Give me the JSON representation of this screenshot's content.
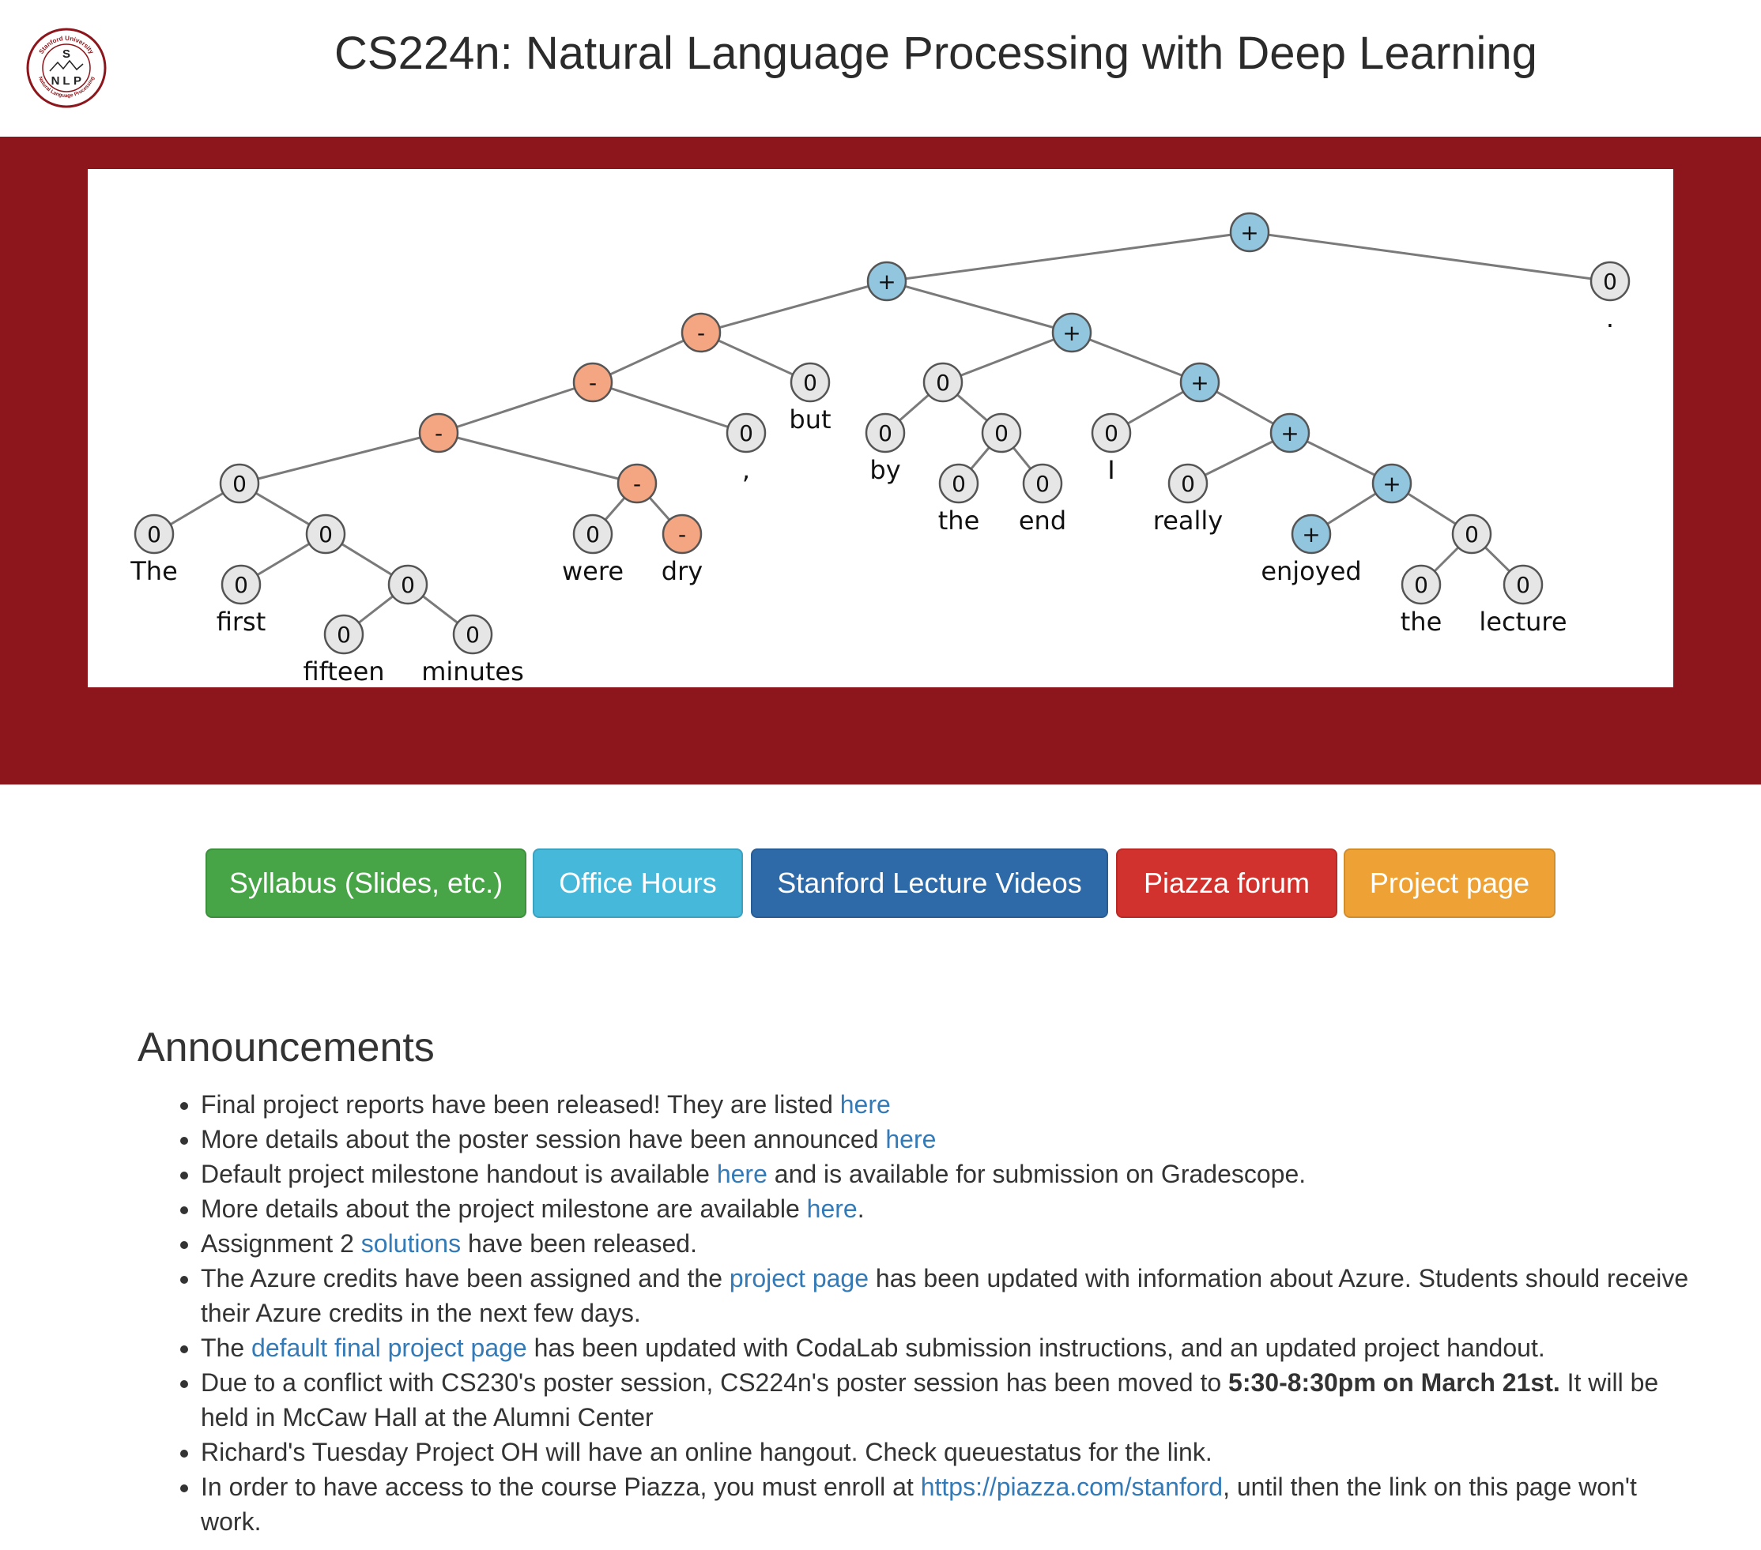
{
  "header": {
    "title": "CS224n: Natural Language Processing with Deep Learning",
    "logo": {
      "top_arc": "Stanford University",
      "letters": [
        "S",
        "N",
        "L",
        "P"
      ],
      "bottom_arc": "Natural Language Processing"
    }
  },
  "colors": {
    "banner": "#8c161b",
    "neutral": "#e6e6e6",
    "negative": "#f4a582",
    "positive": "#92c5de",
    "link": "#337ab7"
  },
  "tree": {
    "neutral_label": "0",
    "positive_label": "+",
    "negative_label": "-",
    "words": {
      "the1": "The",
      "first": "first",
      "fifteen": "fifteen",
      "minutes": "minutes",
      "were": "were",
      "dry": "dry",
      "comma": ",",
      "but": "but",
      "by": "by",
      "the2": "the",
      "end": "end",
      "i": "I",
      "really": "really",
      "enjoyed": "enjoyed",
      "the3": "the",
      "lecture": "lecture",
      "period": "."
    }
  },
  "buttons": [
    {
      "label": "Syllabus (Slides, etc.)",
      "color": "#47a447"
    },
    {
      "label": "Office Hours",
      "color": "#46b8da"
    },
    {
      "label": "Stanford Lecture Videos",
      "color": "#2f6aa8"
    },
    {
      "label": "Piazza forum",
      "color": "#d2322d"
    },
    {
      "label": "Project page",
      "color": "#eea236"
    }
  ],
  "announcements": {
    "title": "Announcements",
    "items": [
      {
        "t1": "Final project reports have been released! They are listed ",
        "link": "here"
      },
      {
        "t1": "More details about the poster session have been announced ",
        "link": "here"
      },
      {
        "t1": "Default project milestone handout is available ",
        "link": "here",
        "t2": " and is available for submission on Gradescope."
      },
      {
        "t1": "More details about the project milestone are available ",
        "link": "here",
        "t2": "."
      },
      {
        "t1": "Assignment 2 ",
        "link": "solutions",
        "t2": " have been released."
      },
      {
        "t1": "The Azure credits have been assigned and the ",
        "link": "project page",
        "t2": " has been updated with information about Azure. Students should receive their Azure credits in the next few days."
      },
      {
        "t1": "The ",
        "link": "default final project page",
        "t2": " has been updated with CodaLab submission instructions, and an updated project handout."
      },
      {
        "t1": "Due to a conflict with CS230's poster session, CS224n's poster session has been moved to ",
        "bold": "5:30-8:30pm on March 21st.",
        "t2": " It will be held in McCaw Hall at the Alumni Center"
      },
      {
        "t1": "Richard's Tuesday Project OH will have an online hangout. Check queuestatus for the link."
      },
      {
        "t1": "In order to have access to the course Piazza, you must enroll at ",
        "link": "https://piazza.com/stanford",
        "t2": ", until then the link on this page won't work."
      }
    ]
  }
}
